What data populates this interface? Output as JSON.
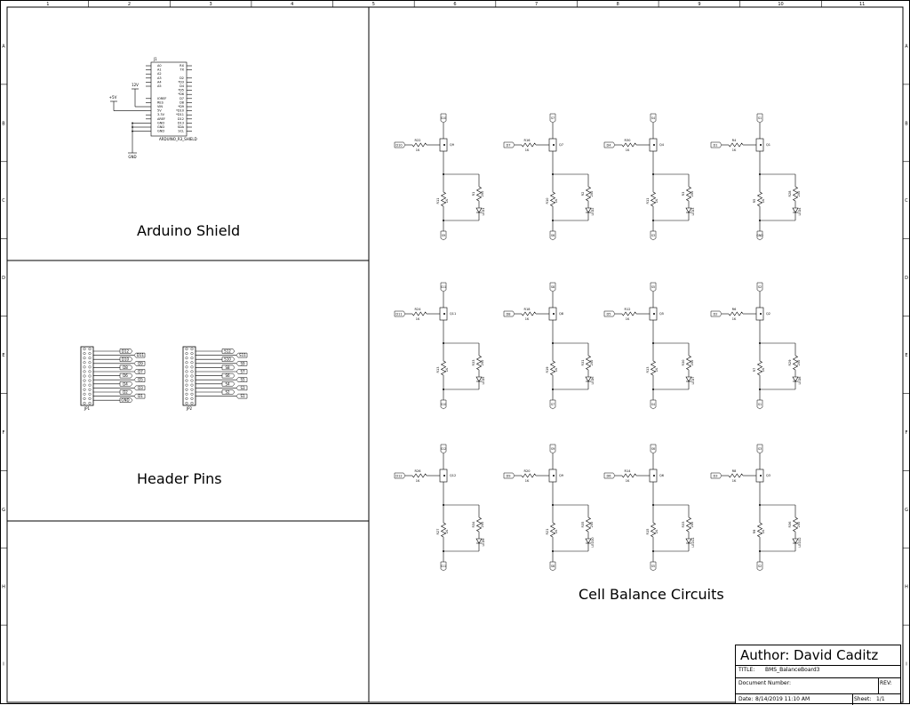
{
  "frame": {
    "columns": [
      "1",
      "2",
      "3",
      "4",
      "5",
      "6",
      "7",
      "8",
      "9",
      "10",
      "11"
    ],
    "rows": [
      "A",
      "B",
      "C",
      "D",
      "E",
      "F",
      "G",
      "H",
      "I"
    ]
  },
  "sections": {
    "arduino": "Arduino Shield",
    "headers": "Header Pins",
    "cells": "Cell Balance Circuits"
  },
  "arduino": {
    "ref": "J1",
    "name": "ARDUINO_R3_SHIELD",
    "left_pins": [
      "A0",
      "A1",
      "A2",
      "A3",
      "A4",
      "A5",
      "",
      "",
      "IOREF",
      "RES",
      "VIN",
      "5V",
      "3.3V",
      "AREF",
      "GND",
      "GND",
      "GND"
    ],
    "right_pins": [
      "RX",
      "TX",
      "",
      "D2",
      "*D3",
      "D4",
      "*D5",
      "*D6",
      "D7",
      "D8",
      "*D9",
      "*D10",
      "*D11",
      "D12",
      "D13",
      "SDA",
      "SCL"
    ],
    "vin_label": "12V",
    "vcc_label": "+5V",
    "gnd_label": "GND"
  },
  "headers": {
    "jp1": {
      "ref": "JP1",
      "left": [
        "D12",
        "D10",
        "D8",
        "D6",
        "D4",
        "D2",
        "GND"
      ],
      "right": [
        "D11",
        "D9",
        "D7",
        "D5",
        "D3",
        "D1"
      ]
    },
    "jp2": {
      "ref": "JP2",
      "left": [
        "S12",
        "S10",
        "S8",
        "S6",
        "S4",
        "S2"
      ],
      "right": [
        "S11",
        "S9",
        "S7",
        "S5",
        "S3",
        "S1"
      ]
    }
  },
  "cells": [
    {
      "ctrl": "D10",
      "rin": "R22",
      "q": "Q9",
      "rp": "R11",
      "rl": "R1",
      "led": "LED1",
      "top": "S10",
      "bot": "S9"
    },
    {
      "ctrl": "D7",
      "rin": "R16",
      "q": "Q7",
      "rp": "R10",
      "rl": "R2",
      "led": "LED2",
      "top": "S7",
      "bot": "S6"
    },
    {
      "ctrl": "D4",
      "rin": "R30",
      "q": "Q4",
      "rp": "R11",
      "rl": "R3",
      "led": "LED3",
      "top": "S4",
      "bot": "S3"
    },
    {
      "ctrl": "D1",
      "rin": "R4",
      "q": "Q1",
      "rp": "R5",
      "rl": "R28",
      "led": "LED4",
      "top": "S1",
      "bot": "GND"
    },
    {
      "ctrl": "D11",
      "rin": "R24",
      "q": "Q11",
      "rp": "R13",
      "rl": "R33",
      "led": "LED5",
      "top": "S11",
      "bot": "S10"
    },
    {
      "ctrl": "D8",
      "rin": "R18",
      "q": "Q8",
      "rp": "R19",
      "rl": "R31",
      "led": "LED6",
      "top": "S8",
      "bot": "S7"
    },
    {
      "ctrl": "D5",
      "rin": "R12",
      "q": "Q5",
      "rp": "R13",
      "rl": "R30",
      "led": "LED7",
      "top": "S5",
      "bot": "S4"
    },
    {
      "ctrl": "D2",
      "rin": "R6",
      "q": "Q2",
      "rp": "R7",
      "rl": "R29",
      "led": "LED8",
      "top": "S2",
      "bot": "S1"
    },
    {
      "ctrl": "D12",
      "rin": "R26",
      "q": "Q12",
      "rp": "R27",
      "rl": "R34",
      "led": "LED9",
      "top": "S12",
      "bot": "S11"
    },
    {
      "ctrl": "D9",
      "rin": "R20",
      "q": "Q9",
      "rp": "R21",
      "rl": "R35",
      "led": "LED10",
      "top": "S9",
      "bot": "S8"
    },
    {
      "ctrl": "D6",
      "rin": "R14",
      "q": "Q6",
      "rp": "R15",
      "rl": "R33",
      "led": "LED11",
      "top": "S6",
      "bot": "S5"
    },
    {
      "ctrl": "D3",
      "rin": "R8",
      "q": "Q3",
      "rp": "R9",
      "rl": "R36",
      "led": "LED12",
      "top": "S3",
      "bot": "S2"
    }
  ],
  "values": {
    "r_in": "1K",
    "r_pull": "1K",
    "r_load": "200"
  },
  "title_block": {
    "author": "Author: David Caditz",
    "title_label": "TITLE:",
    "title": "BMS_BalanceBoard3",
    "docnum_label": "Document Number:",
    "rev_label": "REV:",
    "date_label": "Date:",
    "date": "8/14/2019 11:10 AM",
    "sheet_label": "Sheet:",
    "sheet": "1/1"
  }
}
